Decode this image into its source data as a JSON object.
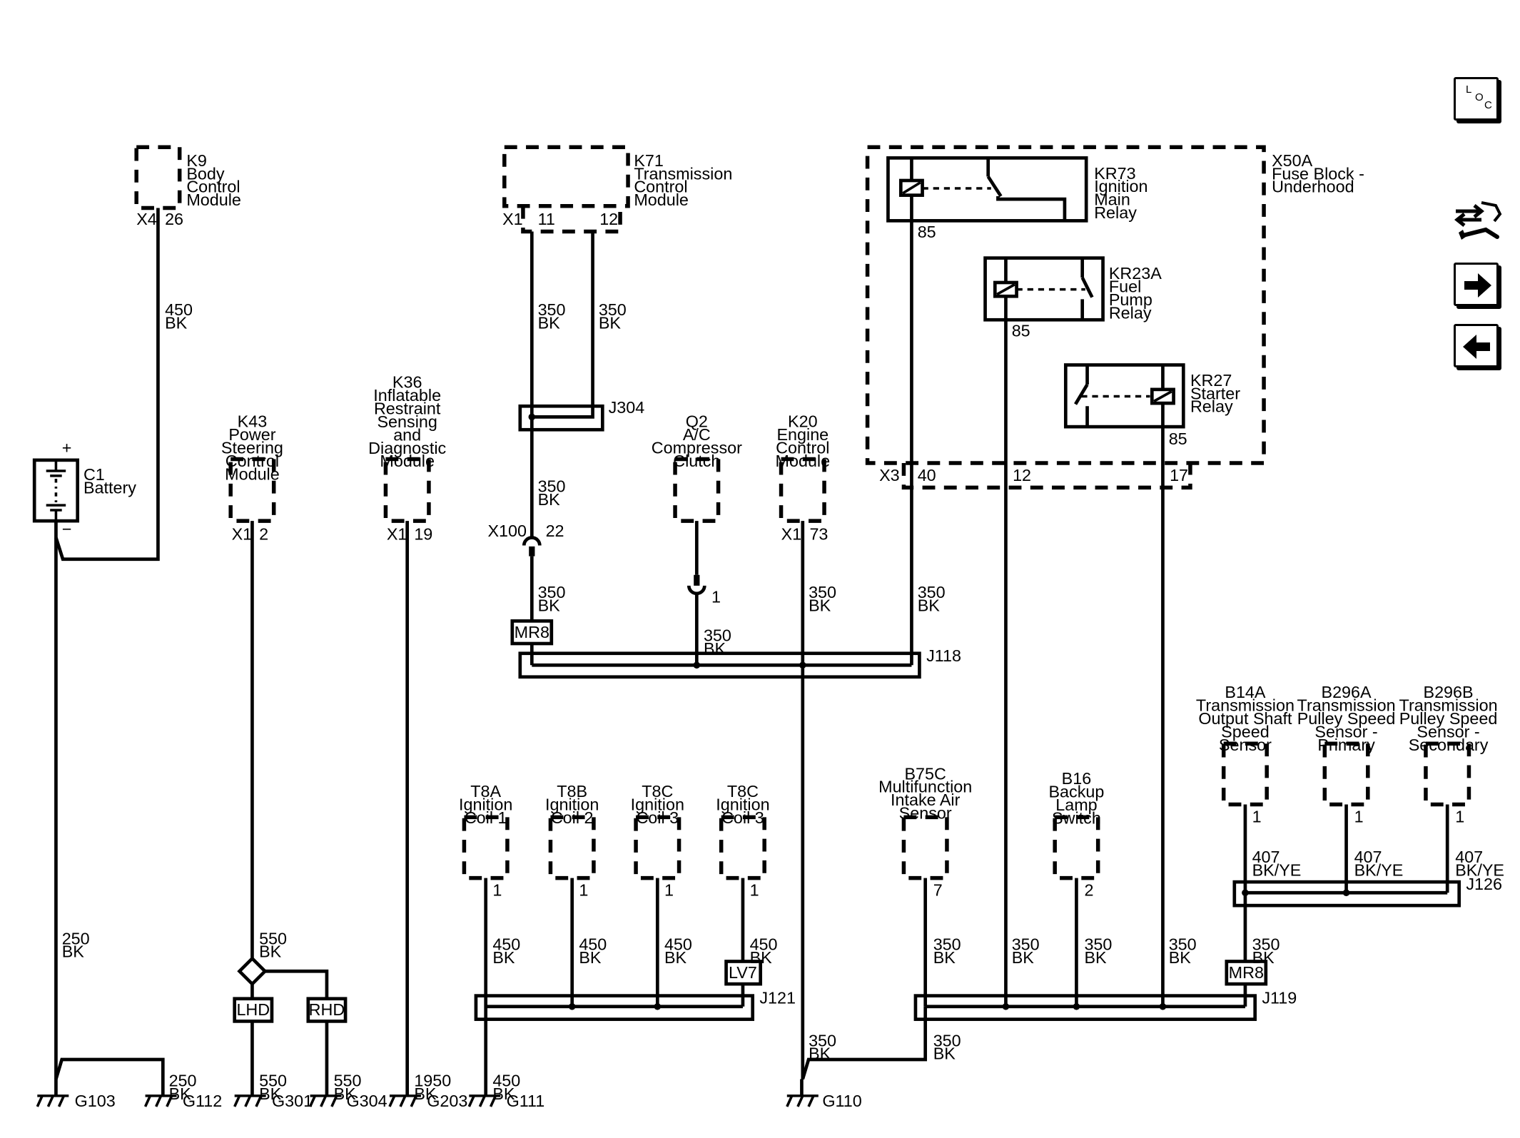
{
  "components": {
    "k9": [
      "K9",
      "Body",
      "Control",
      "Module"
    ],
    "k71": [
      "K71",
      "Transmission",
      "Control",
      "Module"
    ],
    "x50a": [
      "X50A",
      "Fuse Block -",
      "Underhood"
    ],
    "kr73": [
      "KR73",
      "Ignition",
      "Main",
      "Relay"
    ],
    "kr23a": [
      "KR23A",
      "Fuel",
      "Pump",
      "Relay"
    ],
    "kr27": [
      "KR27",
      "Starter",
      "Relay"
    ],
    "c1": [
      "C1",
      "Battery"
    ],
    "k43": [
      "K43",
      "Power",
      "Steering",
      "Control",
      "Module"
    ],
    "k36": [
      "K36",
      "Inflatable",
      "Restraint",
      "Sensing",
      "and",
      "Diagnostic",
      "Module"
    ],
    "q2": [
      "Q2",
      "A/C",
      "Compressor",
      "Clutch"
    ],
    "k20": [
      "K20",
      "Engine",
      "Control",
      "Module"
    ],
    "t8a": [
      "T8A",
      "Ignition",
      "Coil 1"
    ],
    "t8b": [
      "T8B",
      "Ignition",
      "Coil 2"
    ],
    "t8c1": [
      "T8C",
      "Ignition",
      "Coil 3"
    ],
    "t8c2": [
      "T8C",
      "Ignition",
      "Coil 3"
    ],
    "b75c": [
      "B75C",
      "Multifunction",
      "Intake Air",
      "Sensor"
    ],
    "b16": [
      "B16",
      "Backup",
      "Lamp",
      "Switch"
    ],
    "b14a": [
      "B14A",
      "Transmission",
      "Output Shaft",
      "Speed",
      "Sensor"
    ],
    "b296a": [
      "B296A",
      "Transmission",
      "Pulley Speed",
      "Sensor -",
      "Primary"
    ],
    "b296b": [
      "B296B",
      "Transmission",
      "Pulley Speed",
      "Sensor -",
      "Secondary"
    ]
  },
  "connectors": {
    "k9_conn": "X4",
    "k9_pin": "26",
    "k71_conn": "X1",
    "k71_pin1": "11",
    "k71_pin2": "12",
    "k43_conn": "X1",
    "k43_pin": "2",
    "k36_conn": "X1",
    "k36_pin": "19",
    "k20_conn": "X1",
    "k20_pin": "73",
    "x3_conn": "X3",
    "x3_pin40": "40",
    "x3_pin12": "12",
    "x3_pin17": "17",
    "x100": "X100",
    "x100_pin": "22",
    "q2_pin": "1",
    "relay_pin": "85",
    "coil_pin": "1",
    "b75c_pin": "7",
    "b16_pin": "2",
    "sensor_pin": "1",
    "battery_plus": "+",
    "battery_minus": "−"
  },
  "wires": {
    "w450": [
      "450",
      "BK"
    ],
    "w350": [
      "350",
      "BK"
    ],
    "w250": [
      "250",
      "BK"
    ],
    "w550": [
      "550",
      "BK"
    ],
    "w1950": [
      "1950",
      "BK"
    ],
    "w407": [
      "407",
      "BK/YE"
    ]
  },
  "splices": {
    "j304": "J304",
    "j118": "J118",
    "j121": "J121",
    "j119": "J119",
    "j126": "J126",
    "mr8": "MR8",
    "lv7": "LV7",
    "lhd": "LHD",
    "rhd": "RHD"
  },
  "grounds": [
    "G103",
    "G112",
    "G301",
    "G304",
    "G203",
    "G111",
    "G110"
  ],
  "toolbar": {
    "loc": [
      "L",
      "O",
      "C"
    ],
    "icons": [
      "loc-icon",
      "connector-tool-icon",
      "next-arrow-icon",
      "previous-arrow-icon"
    ]
  }
}
